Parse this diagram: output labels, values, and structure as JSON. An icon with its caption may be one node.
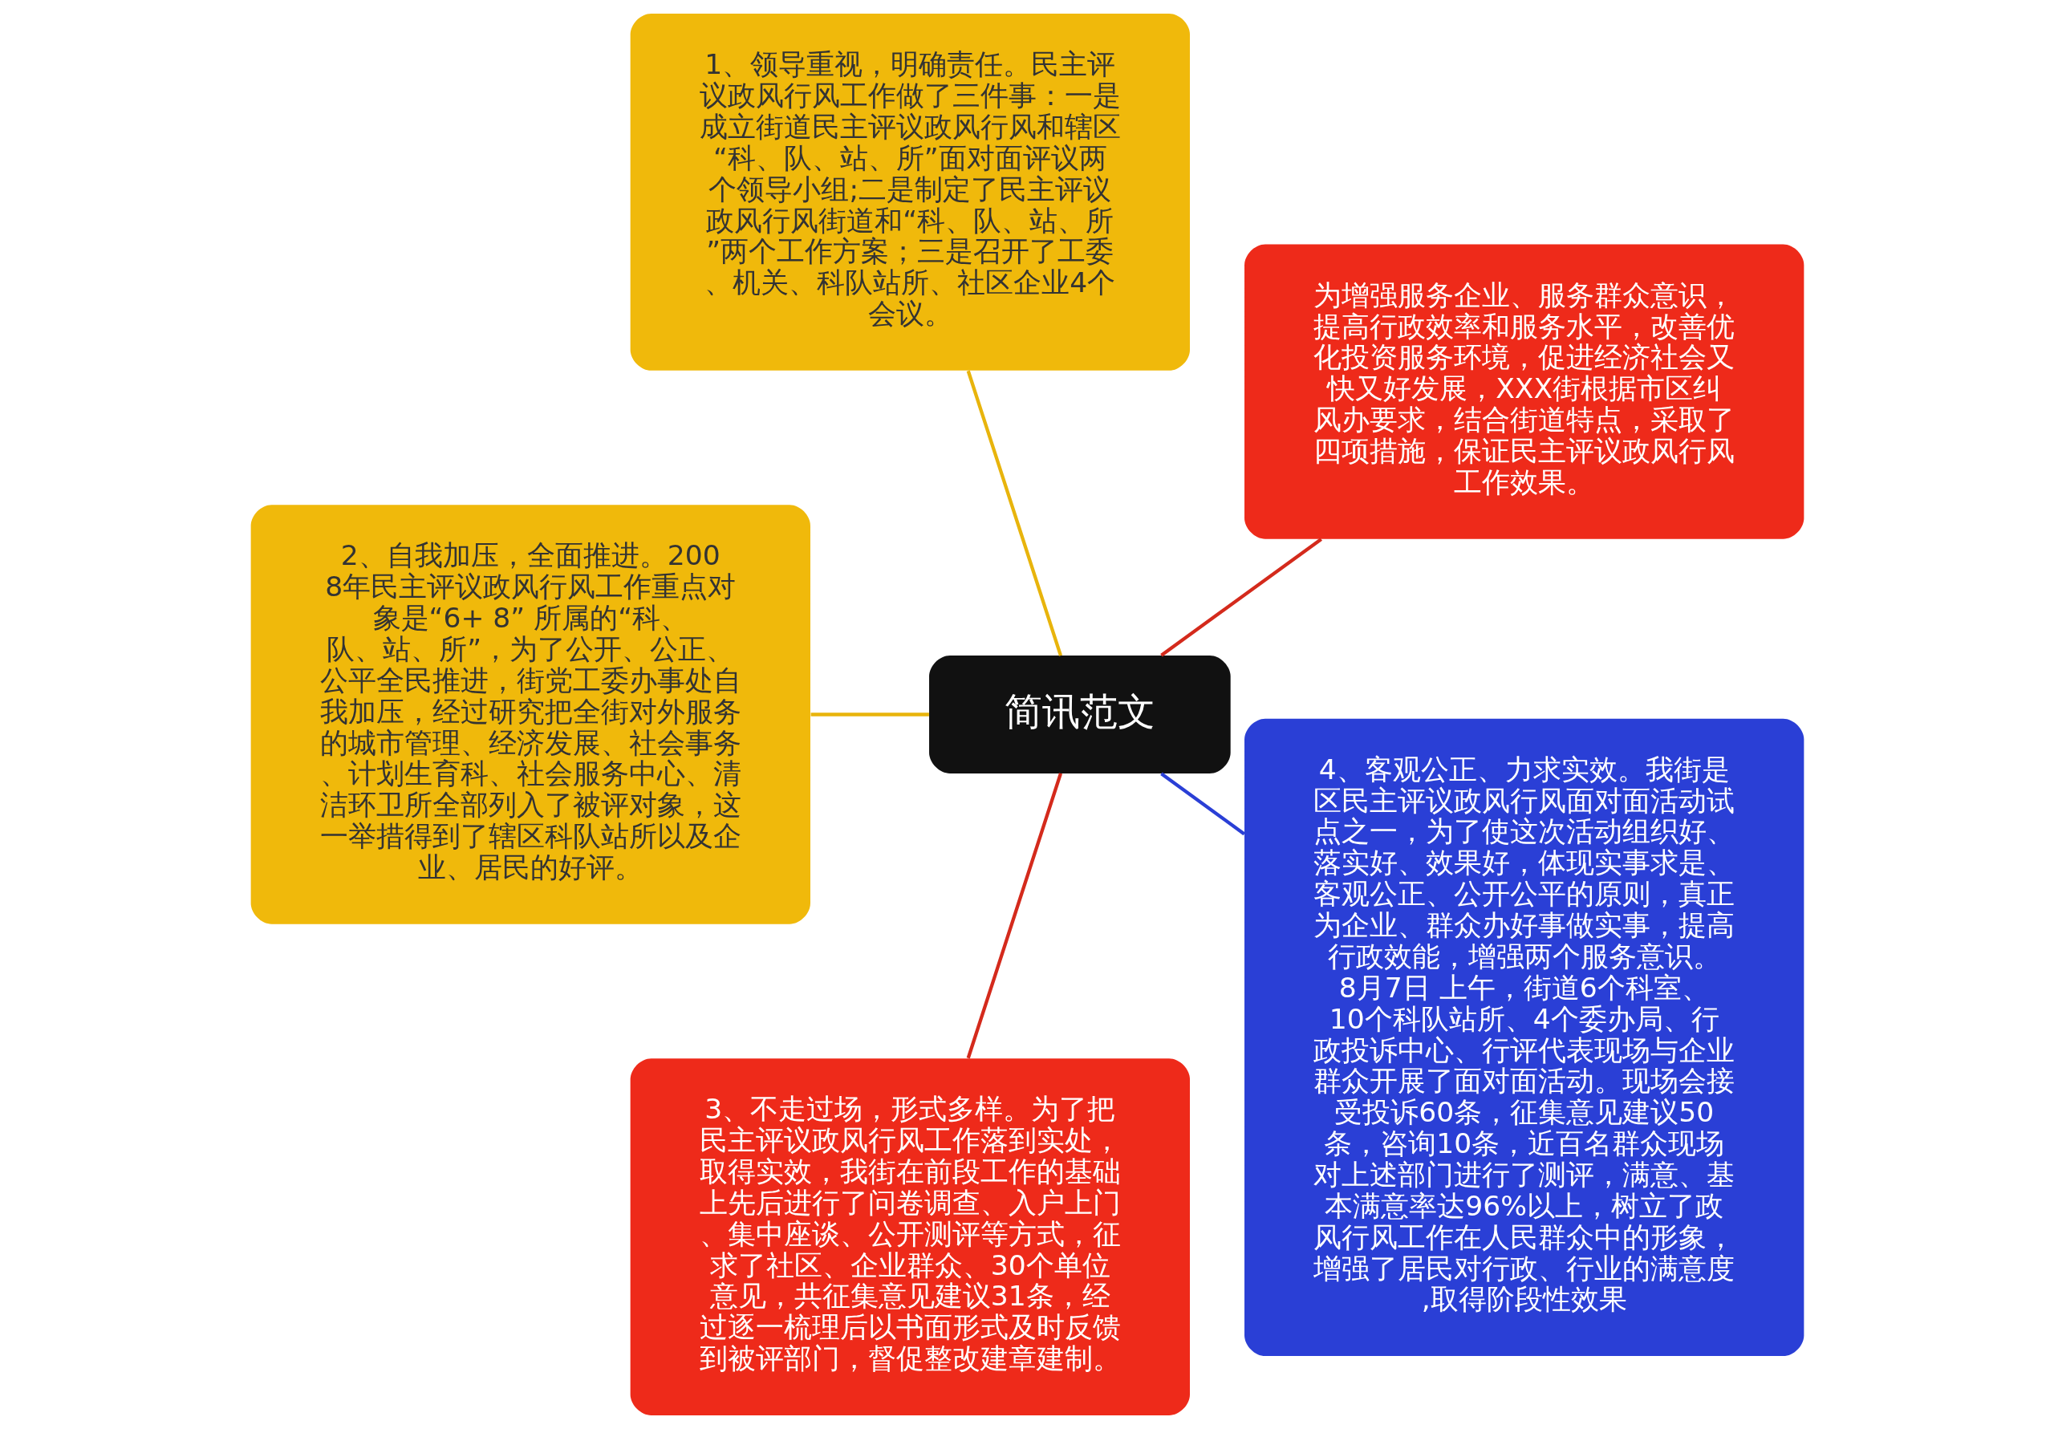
{
  "diagram": {
    "nodes": [
      {
        "text": [
          "简讯范文"
        ]
      },
      {
        "text": [
          "为增强服务企业、服务群众意识，提高行政效率和服务水平，改善优化投资服务环境，促进经济社会又快又好发展，XXX街根据市区纠风办要求，结合街道特点，采取了四项措施，保证民主评议政风行风工作效果。"
        ]
      },
      {
        "text": [
          "1、领导重视，明确责任。民主评议政风行风工作做了三件事：一是成立街道民主评议政风行风和辖区“科、队、站、所”面对面评议两个领导小组;二是制定了民主评议政风行风街道和“科、队、站、所”两个工作方案；三是召开了工委、机关、科队站所、社区企业4个会议。"
        ]
      },
      {
        "text": [
          "2、自我加压，全面推进。2008年民主评议政风行风工作重点对象是“6+ 8” 所属的“科、队、站、所”，为了公开、公正、公平全民推进，街党工委办事处自我加压，经过研究把全街对外服务的城市管理、经济发展、社会事务、计划生育科、社会服务中心、清洁环卫所全部列入了被评对象，这一举措得到了辖区科队站所以及企业、居民的好评。"
        ]
      },
      {
        "text": [
          "3、不走过场，形式多样。为了把民主评议政风行风工作落到实处，取得实效，我街在前段工作的基础上先后进行了问卷调查、入户上门、集中座谈、公开测评等方式，征求了社区、企业群众、30个单位意见，共征集意见建议31条，经过逐一梳理后以书面形式及时反馈到被评部门，督促整改建章建制。"
        ]
      },
      {
        "text": [
          "4、客观公正、力求实效。我街是区民主评议政风行风面对面活动试点之一，为了使这次活动组织好、落实好、效果好，体现实事求是、客观公正、公开公平的原则，真正为企业、群众办好事做实事，提高行政效能，增强两个服务意识。 8月7日 上午，街道6个科室、10个科队站所、4个委办局、行政投诉中心、行评代表现场与企业群众开展了面对面活动。现场会接受投诉60条，征集意见建议50条，咨询10条，近百名群众现场对上述部门进行了测评，满意、基本满意率达96%以上，树立了政风行风工作在人民群众中的形象，增强了居民对行政、行业的满意度,取得阶段性效果"
        ]
      }
    ],
    "edges": [
      {
        "from": 0,
        "to": 1,
        "arrow": "none",
        "color": "#d42a1c"
      },
      {
        "from": 0,
        "to": 2,
        "arrow": "none",
        "color": "#e8b40c"
      },
      {
        "from": 0,
        "to": 3,
        "arrow": "none",
        "color": "#e8b40c"
      },
      {
        "from": 0,
        "to": 4,
        "arrow": "none",
        "color": "#d42a1c"
      },
      {
        "from": 0,
        "to": 5,
        "arrow": "none",
        "color": "#2a3fd6"
      }
    ]
  }
}
